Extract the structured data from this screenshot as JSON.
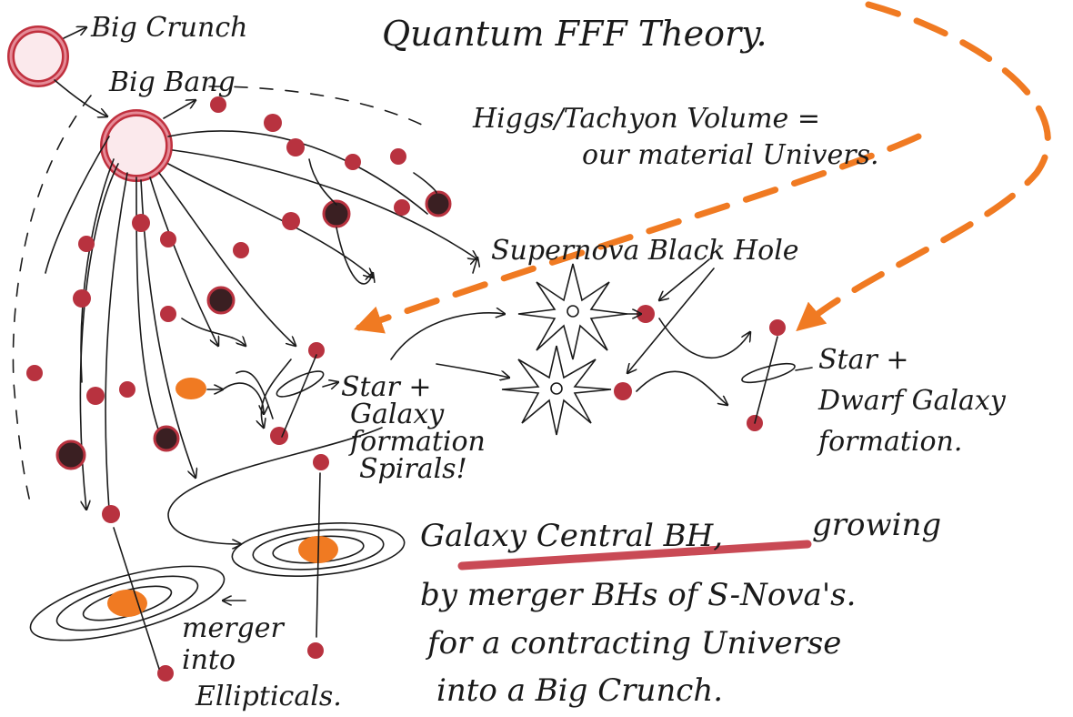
{
  "title": "Quantum FFF Theory.",
  "labels": {
    "big_crunch_top": "Big Crunch",
    "big_bang": "Big Bang",
    "higgs_line1": "Higgs/Tachyon Volume =",
    "higgs_line2": "our material Univers.",
    "supernova_bh": "Supernova Black Hole",
    "star_galaxy_1": "Star +",
    "star_galaxy_2": "Galaxy",
    "star_galaxy_3": "formation",
    "star_galaxy_4": "Spirals!",
    "star_dwarf_1": "Star +",
    "star_dwarf_2": "Dwarf Galaxy",
    "star_dwarf_3": "formation.",
    "central_bh_1a": "Galaxy Central BH,",
    "central_bh_1b": "growing",
    "central_bh_2": "by merger BHs of S-Nova's.",
    "central_bh_3": "for a contracting Universe",
    "central_bh_4": "into a Big Crunch.",
    "merger_1": "merger",
    "merger_2": "into",
    "merger_3": "Ellipticals."
  },
  "colors": {
    "ink": "#1a1a1a",
    "red_dot": "#b8323f",
    "dark_dot": "#3a1f22",
    "orange": "#f07a22",
    "underline": "#c94a55"
  }
}
